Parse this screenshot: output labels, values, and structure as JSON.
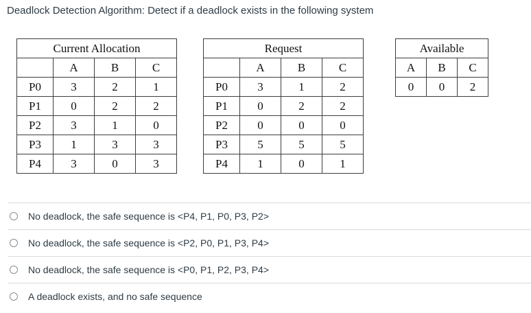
{
  "page": {
    "title": "Deadlock Detection Algorithm: Detect if a deadlock exists in the following system"
  },
  "tables": {
    "allocation": {
      "title": "Current Allocation",
      "columns": [
        "A",
        "B",
        "C"
      ],
      "rows": [
        {
          "label": "P0",
          "values": [
            3,
            2,
            1
          ]
        },
        {
          "label": "P1",
          "values": [
            0,
            2,
            2
          ]
        },
        {
          "label": "P2",
          "values": [
            3,
            1,
            0
          ]
        },
        {
          "label": "P3",
          "values": [
            1,
            3,
            3
          ]
        },
        {
          "label": "P4",
          "values": [
            3,
            0,
            3
          ]
        }
      ]
    },
    "request": {
      "title": "Request",
      "columns": [
        "A",
        "B",
        "C"
      ],
      "rows": [
        {
          "label": "P0",
          "values": [
            3,
            1,
            2
          ]
        },
        {
          "label": "P1",
          "values": [
            0,
            2,
            2
          ]
        },
        {
          "label": "P2",
          "values": [
            0,
            0,
            0
          ]
        },
        {
          "label": "P3",
          "values": [
            5,
            5,
            5
          ]
        },
        {
          "label": "P4",
          "values": [
            1,
            0,
            1
          ]
        }
      ]
    },
    "available": {
      "title": "Available",
      "columns": [
        "A",
        "B",
        "C"
      ],
      "values": [
        0,
        0,
        2
      ]
    }
  },
  "options": [
    {
      "label": "No deadlock, the safe sequence is <P4, P1, P0, P3, P2>",
      "selected": false
    },
    {
      "label": "No deadlock, the safe sequence is <P2, P0, P1, P3, P4>",
      "selected": false
    },
    {
      "label": "No deadlock, the safe sequence is <P0, P1, P2, P3, P4>",
      "selected": false
    },
    {
      "label": "A deadlock exists, and no safe sequence",
      "selected": false
    }
  ],
  "colors": {
    "text_dark": "#2d3b45",
    "table_border": "#3d3d3d",
    "divider": "#d6d9db",
    "radio_border": "#848e96",
    "background": "#ffffff"
  }
}
